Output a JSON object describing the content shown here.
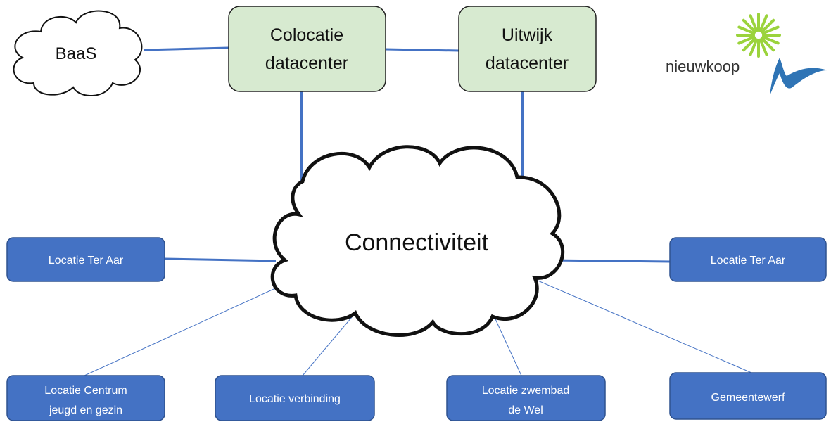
{
  "colors": {
    "green_box_fill": "#d7ead0",
    "green_box_stroke": "#222222",
    "blue_box_fill": "#4472c4",
    "blue_box_stroke": "#2f528f",
    "link_thick": "#4472c4",
    "link_thin": "#4472c4",
    "cloud_stroke": "#111111",
    "logo_green": "#9bd33c",
    "logo_blue": "#2f74b5"
  },
  "clouds": {
    "baas": {
      "label": "BaaS"
    },
    "connectivity": {
      "label": "Connectiviteit"
    }
  },
  "datacenters": {
    "colocatie": {
      "line1": "Colocatie",
      "line2": "datacenter"
    },
    "uitwijk": {
      "line1": "Uitwijk",
      "line2": "datacenter"
    }
  },
  "locations": {
    "ter_aar_left": {
      "line1": "Locatie Ter Aar"
    },
    "ter_aar_right": {
      "line1": "Locatie Ter Aar"
    },
    "centrum": {
      "line1": "Locatie Centrum",
      "line2": "jeugd en gezin"
    },
    "verbinding": {
      "line1": "Locatie verbinding"
    },
    "zwembad": {
      "line1": "Locatie zwembad",
      "line2": "de Wel"
    },
    "gemeentewerf": {
      "line1": "Gemeentewerf"
    }
  },
  "logo": {
    "text": "nieuwkoop",
    "icons": {
      "sun": "sunburst-icon",
      "wave": "wave-icon"
    }
  }
}
